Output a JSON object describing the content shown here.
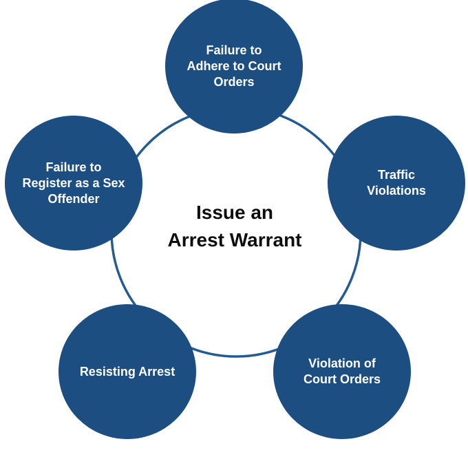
{
  "diagram": {
    "title": "Issue an Arrest Warrant cycle diagram",
    "center": {
      "label": "Issue an Arrest Warrant",
      "lines": [
        "Issue an",
        "Arrest Warrant"
      ]
    },
    "nodes": [
      {
        "id": "failure-to-adhere-to-court-orders",
        "label": "Failure to Adhere to Court Orders",
        "lines": [
          "Failure to",
          "Adhere to Court",
          "Orders"
        ]
      },
      {
        "id": "traffic-violations",
        "label": "Traffic Violations",
        "lines": [
          "Traffic",
          "Violations"
        ]
      },
      {
        "id": "violation-of-court-orders",
        "label": "Violation of Court Orders",
        "lines": [
          "Violation of",
          "Court Orders"
        ]
      },
      {
        "id": "resisting-arrest",
        "label": "Resisting Arrest",
        "lines": [
          "Resisting Arrest"
        ]
      },
      {
        "id": "failure-to-register-as-a-sex-offender",
        "label": "Failure to Register as a Sex Offender",
        "lines": [
          "Failure to",
          "Register as a Sex",
          "Offender"
        ]
      }
    ],
    "colors": {
      "node_fill": "#1C4E82",
      "ring_stroke": "#245B90",
      "node_text": "#FFFFFF",
      "center_text": "#0D0D0D",
      "background": "#FFFFFF"
    }
  }
}
